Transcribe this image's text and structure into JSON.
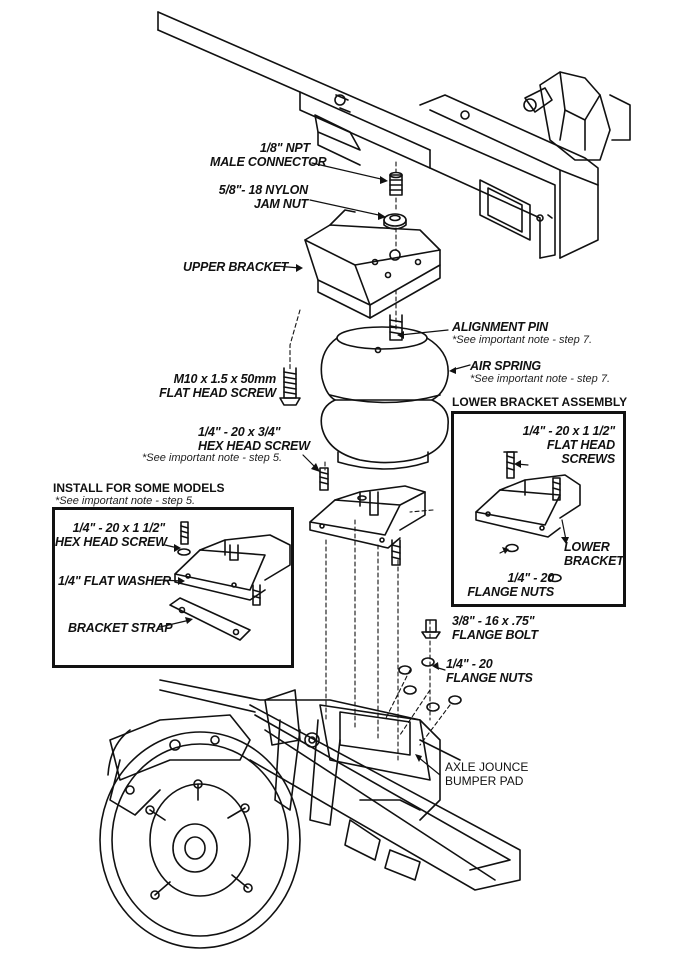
{
  "labels": {
    "npt_connector": [
      "1/8\" NPT",
      "MALE CONNECTOR"
    ],
    "jam_nut": [
      "5/8\"- 18 NYLON",
      "JAM NUT"
    ],
    "upper_bracket": "UPPER BRACKET",
    "alignment_pin": "ALIGNMENT PIN",
    "alignment_pin_note": "*See important note - step 7.",
    "air_spring": "AIR SPRING",
    "air_spring_note": "*See important note - step 7.",
    "flat_head_screw": [
      "M10 x 1.5 x 50mm",
      "FLAT HEAD SCREW"
    ],
    "lower_bracket_assembly": "LOWER BRACKET ASSEMBLY",
    "hex_head_screw_main": [
      "1/4\" - 20 x 3/4\"",
      "HEX HEAD SCREW"
    ],
    "hex_head_screw_main_note": "*See important note - step 5.",
    "install_for_some_models": "INSTALL FOR SOME MODELS",
    "install_note": "*See important note - step 5.",
    "lba_flat_head_screws": [
      "1/4\" - 20 x 1 1/2\"",
      "FLAT HEAD",
      "SCREWS"
    ],
    "lower_bracket": [
      "LOWER",
      "BRACKET"
    ],
    "lba_flange_nuts": [
      "1/4\" - 20",
      "FLANGE NUTS"
    ],
    "ism_hex_head_screw": [
      "1/4\" - 20 x 1 1/2\"",
      "HEX HEAD SCREW"
    ],
    "flat_washer": "1/4\" FLAT WASHER",
    "bracket_strap": "BRACKET STRAP",
    "flange_bolt": [
      "3/8\" - 16 x .75\"",
      "FLANGE BOLT"
    ],
    "flange_nuts_main": [
      "1/4\" - 20",
      "FLANGE NUTS"
    ],
    "axle_jounce": [
      "AXLE JOUNCE",
      "BUMPER PAD"
    ]
  }
}
